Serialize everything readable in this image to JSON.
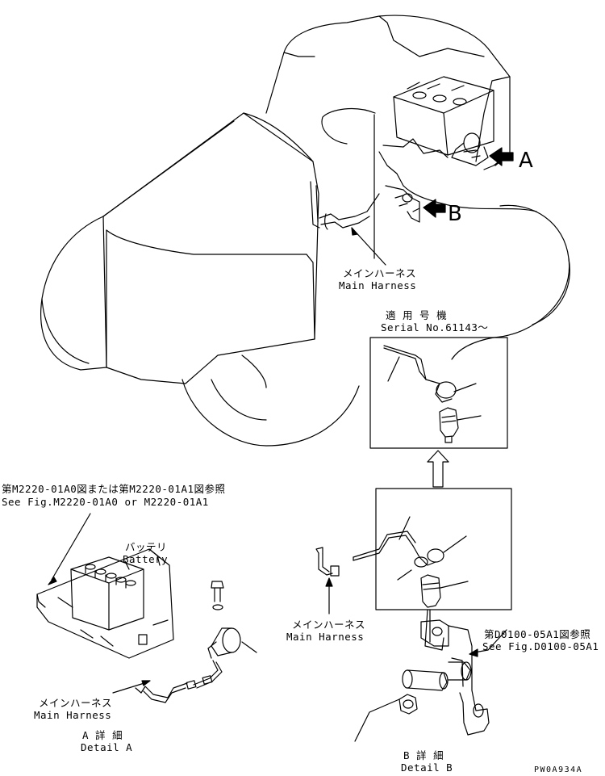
{
  "callouts": {
    "arrow_a": "A",
    "arrow_b": "B"
  },
  "labels": {
    "main_harness_top_jp": "メインハーネス",
    "main_harness_top_en": "Main Harness",
    "serial_jp": "適 用 号 機",
    "serial_en": "Serial No.61143～",
    "ref_battery_jp": "第M2220-01A0図または第M2220-01A1図参照",
    "ref_battery_en": "See Fig.M2220-01A0 or M2220-01A1",
    "battery_jp": "バッテリ",
    "battery_en": "Battery",
    "main_harness_a_jp": "メインハーネス",
    "main_harness_a_en": "Main Harness",
    "detail_a_jp": "A 詳 細",
    "detail_a_en": "Detail A",
    "main_harness_b_jp": "メインハーネス",
    "main_harness_b_en": "Main Harness",
    "ref_b_jp": "第D0100-05A1図参照",
    "ref_b_en": "See Fig.D0100-05A1",
    "detail_b_jp": "B 詳 細",
    "detail_b_en": "Detail B",
    "drawing_code": "PW0A934A"
  }
}
